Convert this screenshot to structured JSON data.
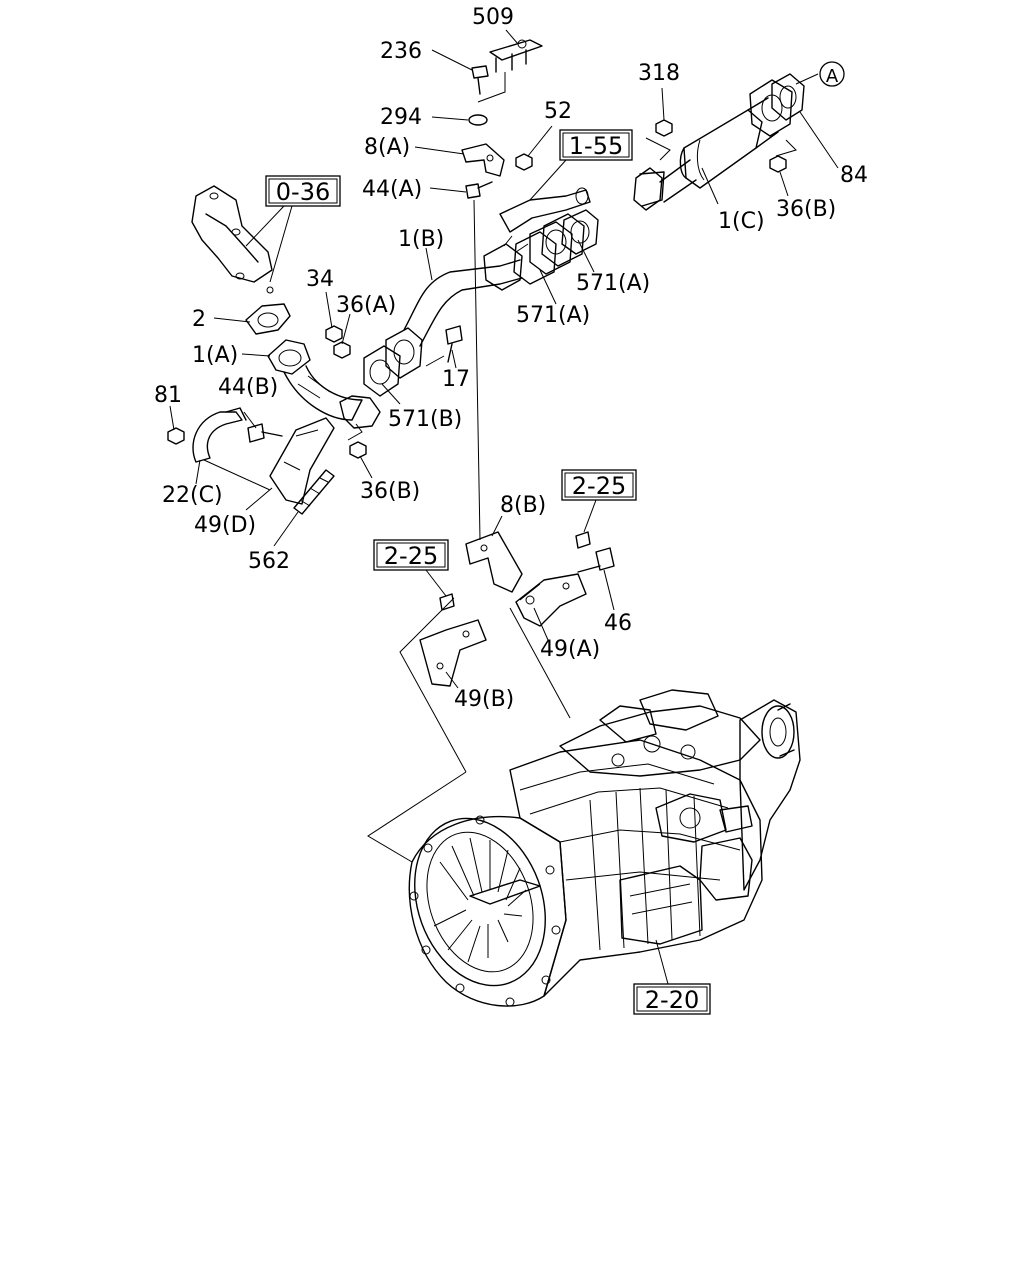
{
  "labels": {
    "p509": "509",
    "p236": "236",
    "p294": "294",
    "p52": "52",
    "p8a": "8(A)",
    "p44a": "44(A)",
    "p1b": "1(B)",
    "p318": "318",
    "p84": "84",
    "p1c": "1(C)",
    "p36b_top": "36(B)",
    "p571a_1": "571(A)",
    "p571a_2": "571(A)",
    "p34": "34",
    "p36a": "36(A)",
    "p2": "2",
    "p1a": "1(A)",
    "p17": "17",
    "p571b": "571(B)",
    "p81": "81",
    "p44b": "44(B)",
    "p36b_mid": "36(B)",
    "p22c": "22(C)",
    "p49d": "49(D)",
    "p562": "562",
    "p8b": "8(B)",
    "p46": "46",
    "p49a": "49(A)",
    "p49b": "49(B)",
    "circleA": "A"
  },
  "refs": {
    "r036": "0-36",
    "r155": "1-55",
    "r225_right": "2-25",
    "r225_left": "2-25",
    "r220": "2-20"
  }
}
